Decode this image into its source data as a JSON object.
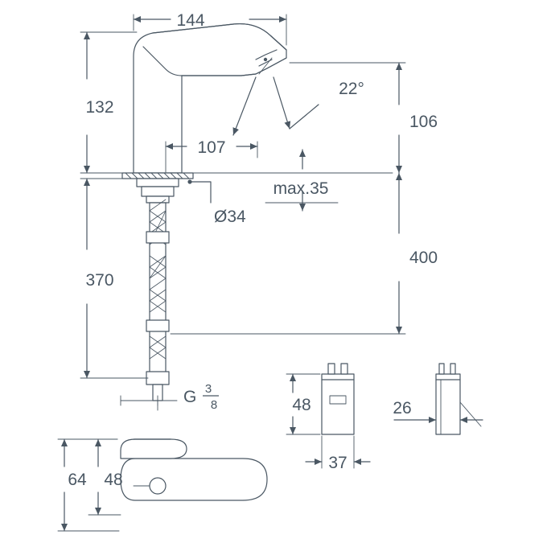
{
  "diagram": {
    "title": "Technical dimension drawing of an electronic basin mixer tap",
    "units": "mm",
    "line_color": "#4a5763",
    "fill_color": "#ffffff",
    "text_color": "#4a5763",
    "dimensions": {
      "spout_reach": "144",
      "height_to_spout": "132",
      "projection_107": "107",
      "angle": "22°",
      "height_106": "106",
      "max_thickness": "max.35",
      "hole_diameter": "Ø34",
      "supply_length": "370",
      "total_height": "400",
      "thread": "G",
      "thread_fraction_numerator": "3",
      "thread_fraction_denominator": "8",
      "box_height_48": "48",
      "box_width_37": "37",
      "box_depth_26": "26",
      "plan_width_64": "64",
      "plan_width_48": "48"
    }
  }
}
